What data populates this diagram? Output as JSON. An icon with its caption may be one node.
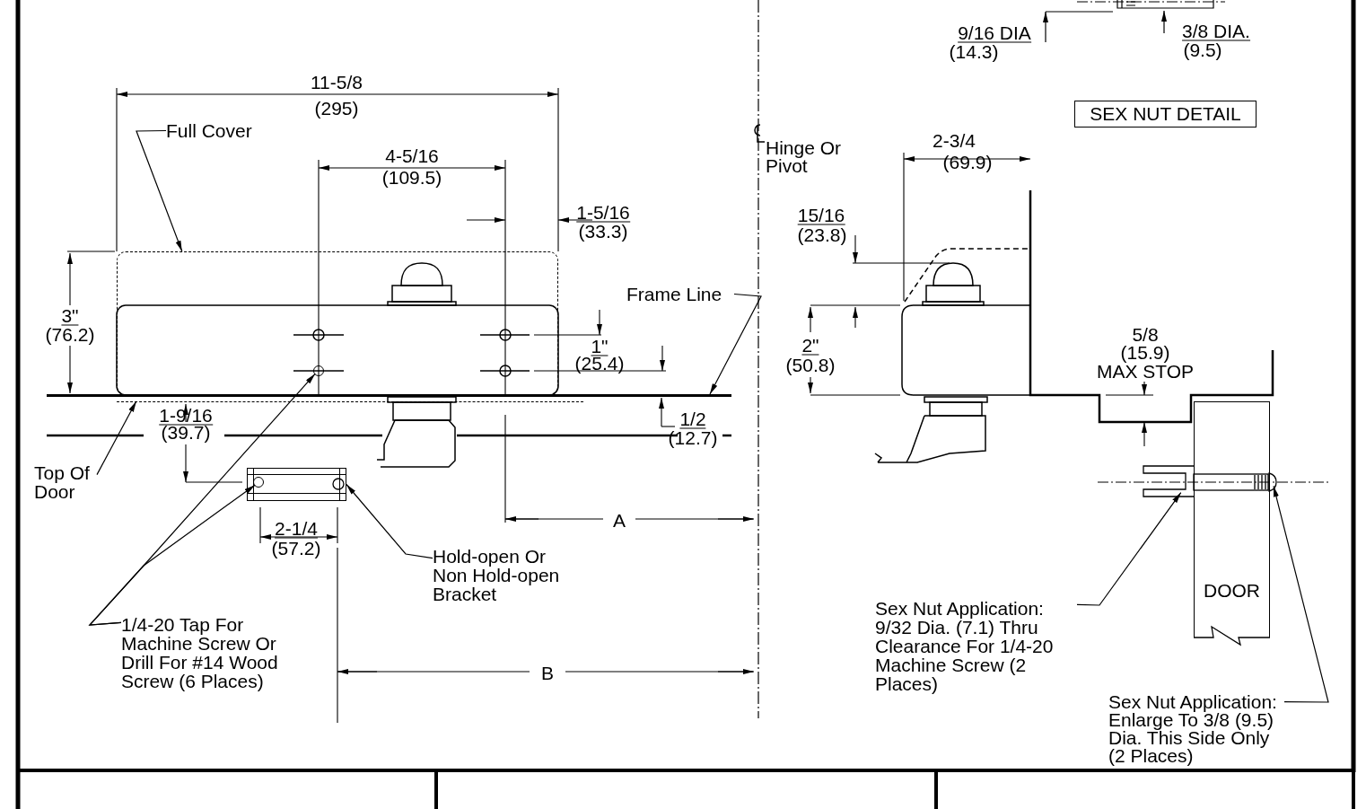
{
  "diagram": {
    "nodes": [
      {
        "text": [
          "Full Cover"
        ]
      },
      {
        "text": [],
        "shape": "box"
      },
      {
        "text": [
          "Frame Line"
        ]
      },
      {
        "text": [],
        "shape": "bar"
      },
      {
        "text": [
          "Top Of Door"
        ]
      },
      {
        "text": [],
        "shape": "bar"
      },
      {
        "text": [
          "1/4-20 Tap For Machine Screw Or Drill For #14 Wood Screw (6 Places)"
        ]
      },
      {
        "text": [],
        "shape": "circle",
        "in": 1
      },
      {
        "text": [],
        "shape": "box"
      },
      {
        "text": [],
        "shape": "circle",
        "in": 8
      },
      {
        "text": [
          "Hold-open Or Non Hold-open Bracket"
        ]
      },
      {
        "text": [
          "SEX NUT DETAIL"
        ]
      },
      {
        "text": [
          "Sex Nut Application: 9/32 Dia. (7.1) Thru Clearance For 1/4-20 Machine Screw (2 Places)"
        ]
      },
      {
        "text": [],
        "shape": "picture"
      },
      {
        "text": [
          "DOOR"
        ]
      },
      {
        "text": [],
        "shape": "picture"
      },
      {
        "text": [
          "Sex Nut Application: Enlarge To 3/8 (9.5) Dia. This Side Only (2 Places)"
        ]
      }
    ],
    "edges": [
      {
        "from": 0,
        "to": 1,
        "arrow": "to"
      },
      {
        "from": 2,
        "to": 3,
        "arrow": "to"
      },
      {
        "from": 4,
        "to": 5,
        "arrow": "to"
      },
      {
        "from": 6,
        "to": 7,
        "arrow": "to"
      },
      {
        "from": 6,
        "to": 9,
        "arrow": "to"
      },
      {
        "from": 10,
        "to": 8,
        "arrow": "to"
      },
      {
        "from": 12,
        "to": 13,
        "arrow": "to"
      },
      {
        "from": 16,
        "to": 15,
        "arrow": "to"
      }
    ],
    "labels": [
      "9/16 DIA",
      "(14.3)",
      "3/8 DIA.",
      "(9.5)",
      "11-5/8",
      "(295)",
      "Hinge Or Pivot",
      "4-5/16",
      "(109.5)",
      "1-5/16",
      "(33.3)",
      "2-3/4",
      "(69.9)",
      "15/16",
      "(23.8)",
      "3\"",
      "(76.2)",
      "1\"",
      "(25.4)",
      "2\"",
      "(50.8)",
      "5/8",
      "(15.9)",
      "MAX STOP",
      "1/2",
      "(12.7)",
      "1-9/16",
      "(39.7)",
      "2-1/4",
      "(57.2)",
      "A",
      "B"
    ]
  }
}
